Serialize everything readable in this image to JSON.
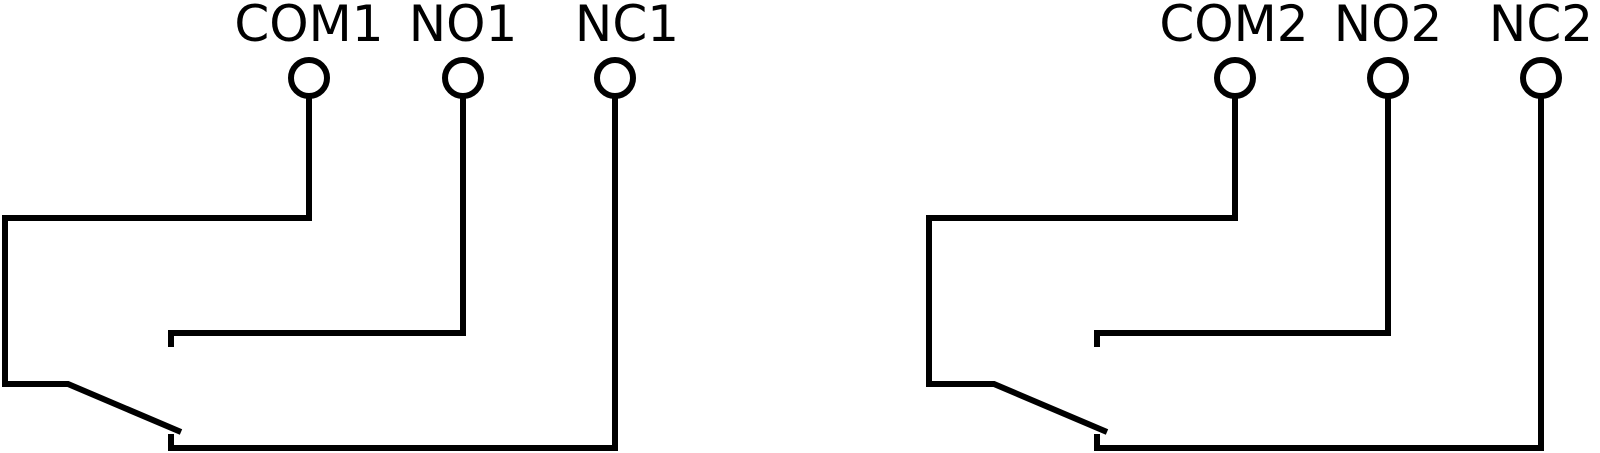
{
  "colors": {
    "line": "#000000",
    "background": "#ffffff"
  },
  "relays": [
    {
      "terminals": [
        {
          "label": "COM1"
        },
        {
          "label": "NO1"
        },
        {
          "label": "NC1"
        }
      ]
    },
    {
      "terminals": [
        {
          "label": "COM2"
        },
        {
          "label": "NO2"
        },
        {
          "label": "NC2"
        }
      ]
    }
  ]
}
